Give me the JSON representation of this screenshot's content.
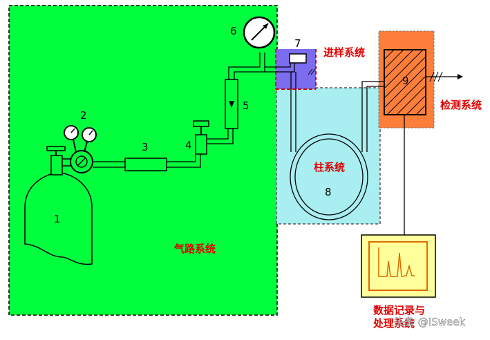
{
  "labels": {
    "gas_path_system": "气路系统",
    "injection_system": "进样系统",
    "column_system": "柱系统",
    "detection_system": "检测系统",
    "data_processing_line1": "数据记录与",
    "data_processing_line2": "处理系统"
  },
  "component_numbers": {
    "n1": "1",
    "n2": "2",
    "n3": "3",
    "n4": "4",
    "n5": "5",
    "n6": "6",
    "n7": "7",
    "n8": "8",
    "n9": "9"
  },
  "watermark": "头条 @ISweek",
  "colors": {
    "gas_zone": "#00ff3c",
    "injection_zone": "#7b6cf0",
    "column_zone": "#a9eef0",
    "detector_zone": "#ff7f3a",
    "recorder_zone": "#ffff9c",
    "label_red": "#e00000"
  }
}
